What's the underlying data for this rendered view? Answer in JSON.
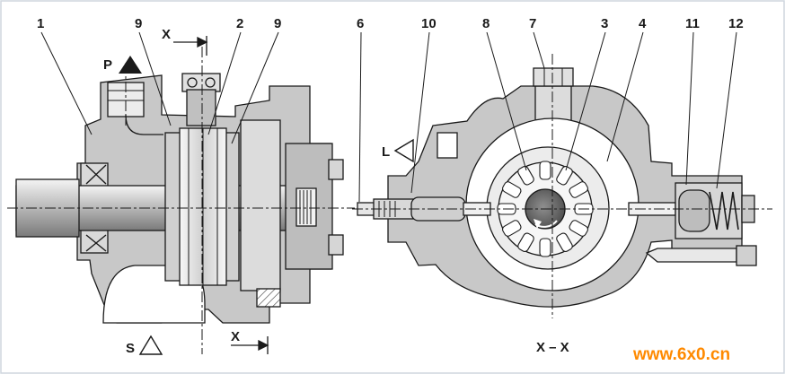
{
  "callouts": [
    "1",
    "9",
    "2",
    "9",
    "6",
    "10",
    "8",
    "7",
    "3",
    "4",
    "11",
    "12"
  ],
  "ports": {
    "pressure": "P",
    "suction": "S",
    "leakage": "L"
  },
  "section_marks": {
    "top": "X",
    "bottom": "X"
  },
  "section_title": "X – X",
  "watermark": "www.6x0.cn",
  "colors": {
    "housing": "#c8c8c8",
    "metal": "#e2e2e2",
    "line": "#1a1a1a",
    "accent": "#ff8a00"
  }
}
